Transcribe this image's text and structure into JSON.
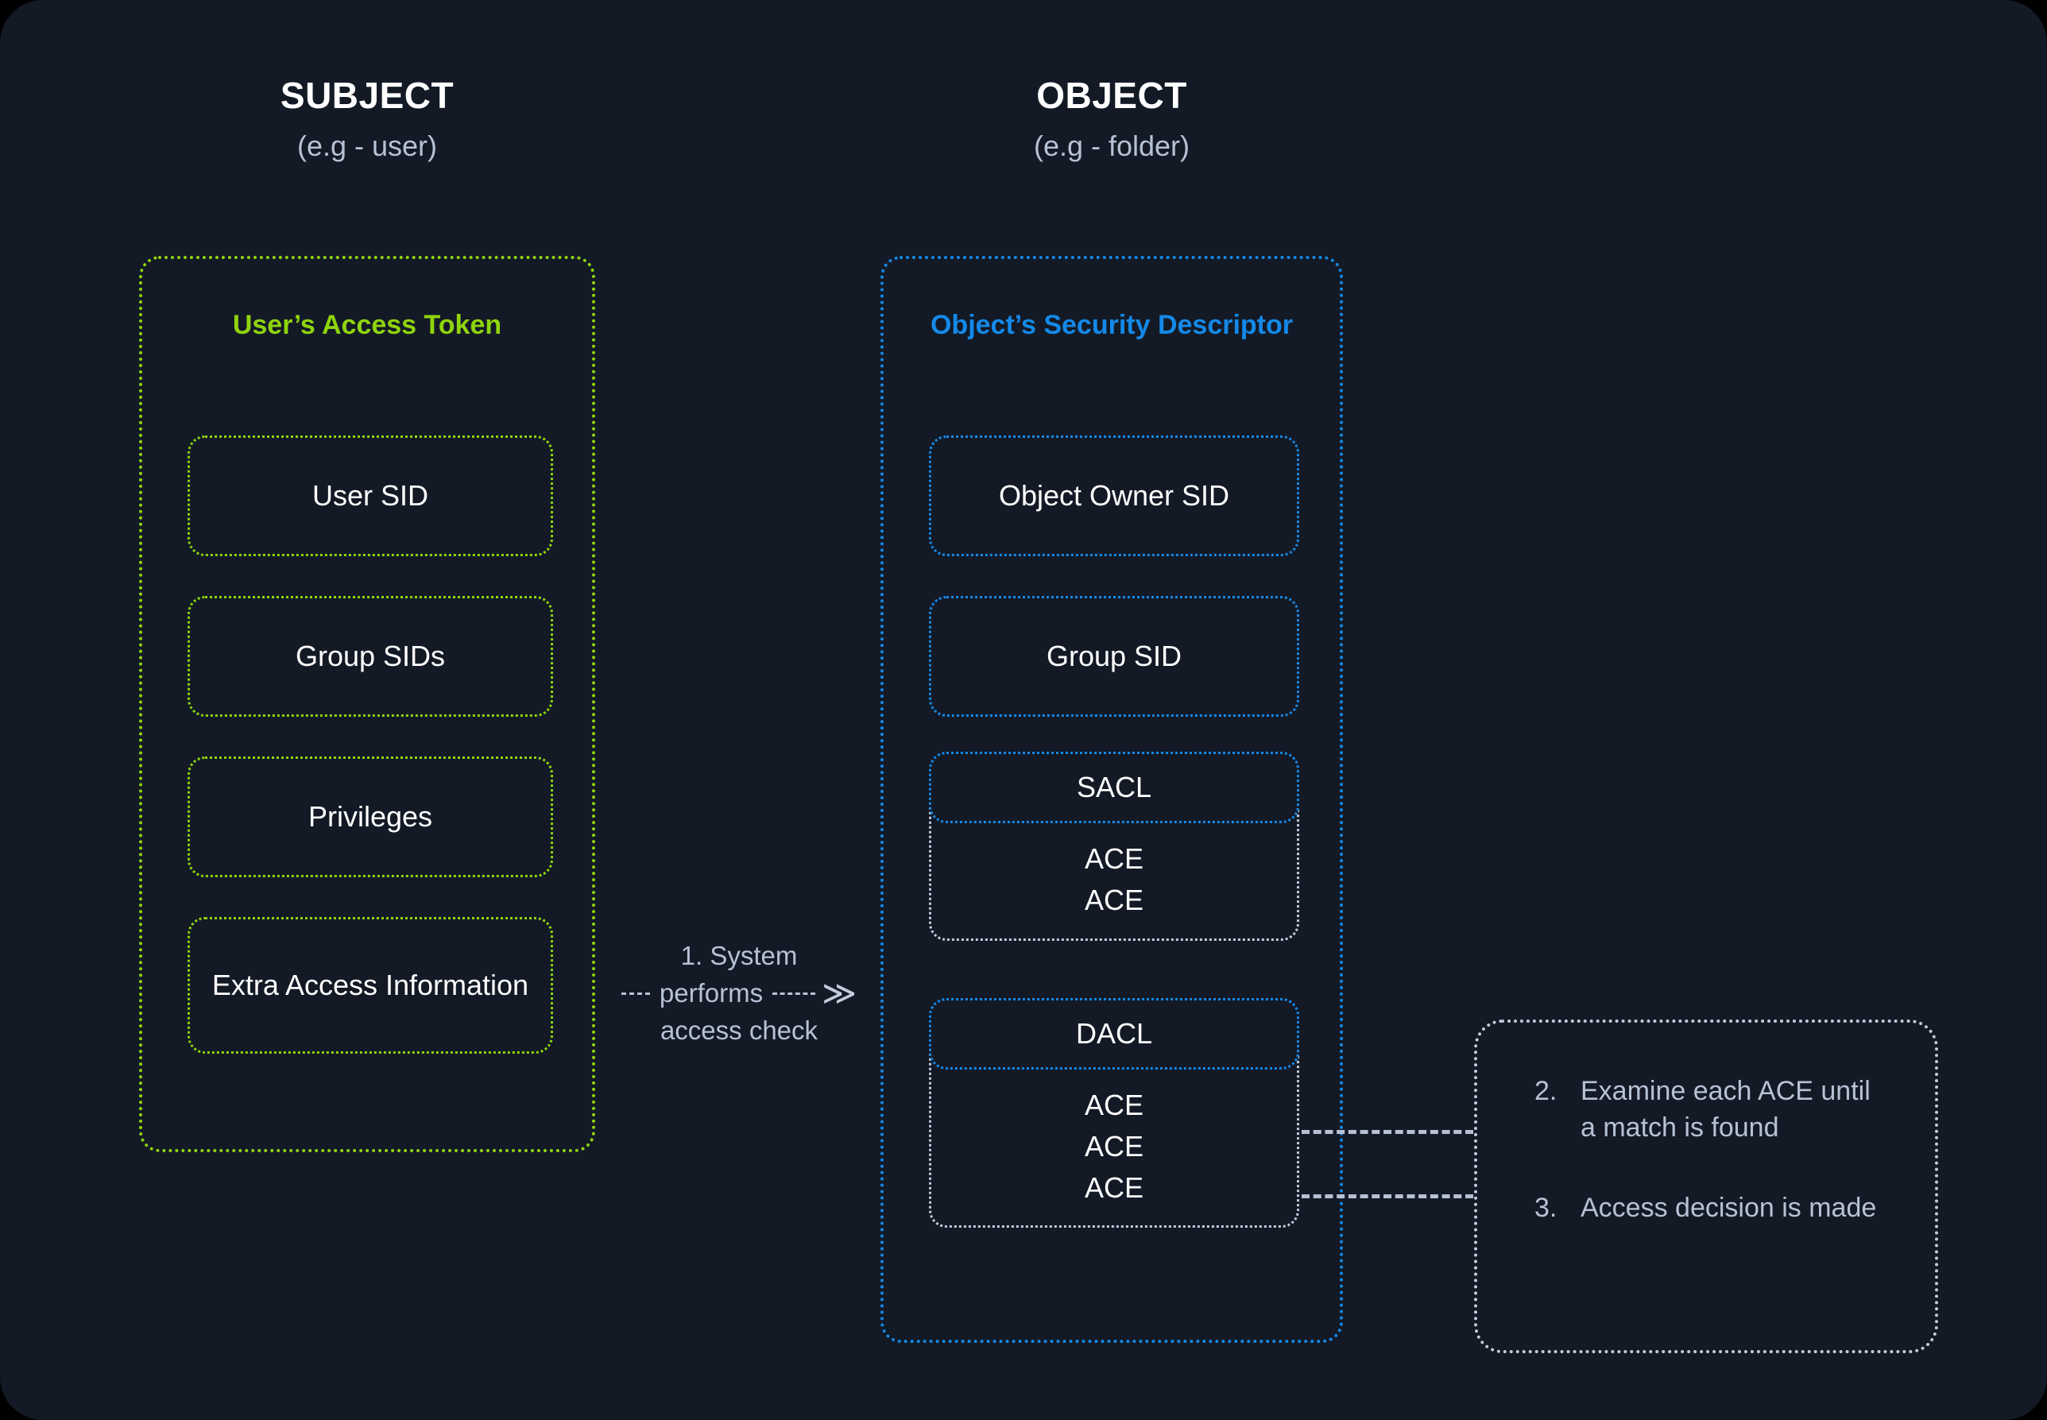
{
  "theme": {
    "background": "#131a26",
    "subject_accent": "#8fd40d",
    "object_accent": "#1489e8",
    "neutral_line": "#c2ccdb",
    "body_text": "#b6c2d4",
    "box_text": "#ffffff"
  },
  "subject": {
    "title": "SUBJECT",
    "subtitle": "(e.g - user)",
    "panel_title": "User’s Access Token",
    "items": [
      {
        "label": "User SID"
      },
      {
        "label": "Group SIDs"
      },
      {
        "label": "Privileges"
      },
      {
        "label": "Extra Access Information"
      }
    ]
  },
  "object": {
    "title": "OBJECT",
    "subtitle": "(e.g - folder)",
    "panel_title": "Object’s Security Descriptor",
    "items": [
      {
        "label": "Object Owner SID"
      },
      {
        "label": "Group SID"
      }
    ],
    "acls": [
      {
        "name": "SACL",
        "entries": [
          "ACE",
          "ACE"
        ]
      },
      {
        "name": "DACL",
        "entries": [
          "ACE",
          "ACE",
          "ACE"
        ]
      }
    ]
  },
  "access_check": {
    "line1": "1. System",
    "line2": "performs",
    "line3": "access check",
    "arrow_glyph": "≫"
  },
  "callout": {
    "steps": [
      {
        "num": "2.",
        "text": "Examine each ACE until a match is found"
      },
      {
        "num": "3.",
        "text": "Access decision is made"
      }
    ]
  }
}
